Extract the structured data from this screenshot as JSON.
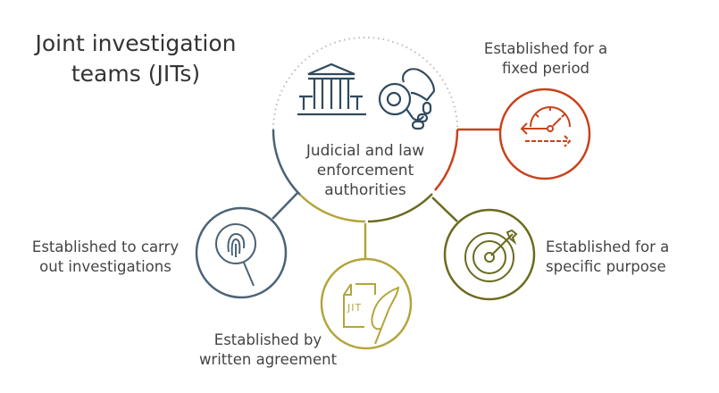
{
  "title": {
    "line1": "Joint investigation",
    "line2": "teams (JITs)"
  },
  "center": {
    "line1": "Judicial and law",
    "line2": "enforcement",
    "line3": "authorities",
    "icons": [
      "courthouse-icon",
      "handcuffs-icon"
    ]
  },
  "nodes": {
    "fixed_period": {
      "line1": "Established for a",
      "line2": "fixed period",
      "icon": "speedometer-arrows-icon",
      "color": "#c8421b"
    },
    "specific_purpose": {
      "line1": "Established for a",
      "line2": "specific purpose",
      "icon": "target-arrow-icon",
      "color": "#6b6b1f"
    },
    "written_agreement": {
      "line1": "Established by",
      "line2": "written agreement",
      "icon": "document-quill-icon",
      "doc_text": "JIT",
      "color": "#b3a53c"
    },
    "investigations": {
      "line1": "Established to carry",
      "line2": "out investigations",
      "icon": "fingerprint-magnifier-icon",
      "color": "#4c6375"
    }
  },
  "colors": {
    "slate": "#4c6375",
    "text": "#444444",
    "dotted": "#bbbbbb"
  }
}
